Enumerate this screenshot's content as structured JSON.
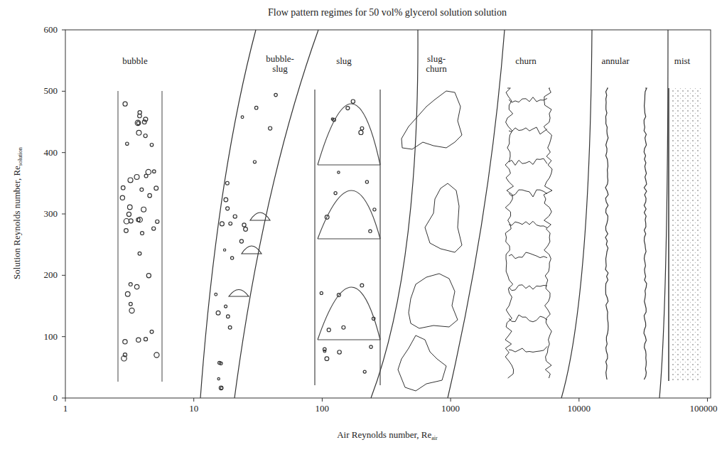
{
  "diagram": {
    "title": "Flow pattern regimes for 50 vol% glycerol solution solution",
    "labels": [
      "bubble",
      "bubble- slug",
      "slug",
      "slug- churn",
      "churn",
      "annular",
      "mist",
      "0",
      "100",
      "200",
      "300",
      "400",
      "500",
      "600",
      "1",
      "10",
      "100",
      "1000",
      "10000",
      "100000",
      "Solution Reynolds number, Re",
      "solution",
      "Air Reynolds number, Re",
      "air"
    ]
  }
}
